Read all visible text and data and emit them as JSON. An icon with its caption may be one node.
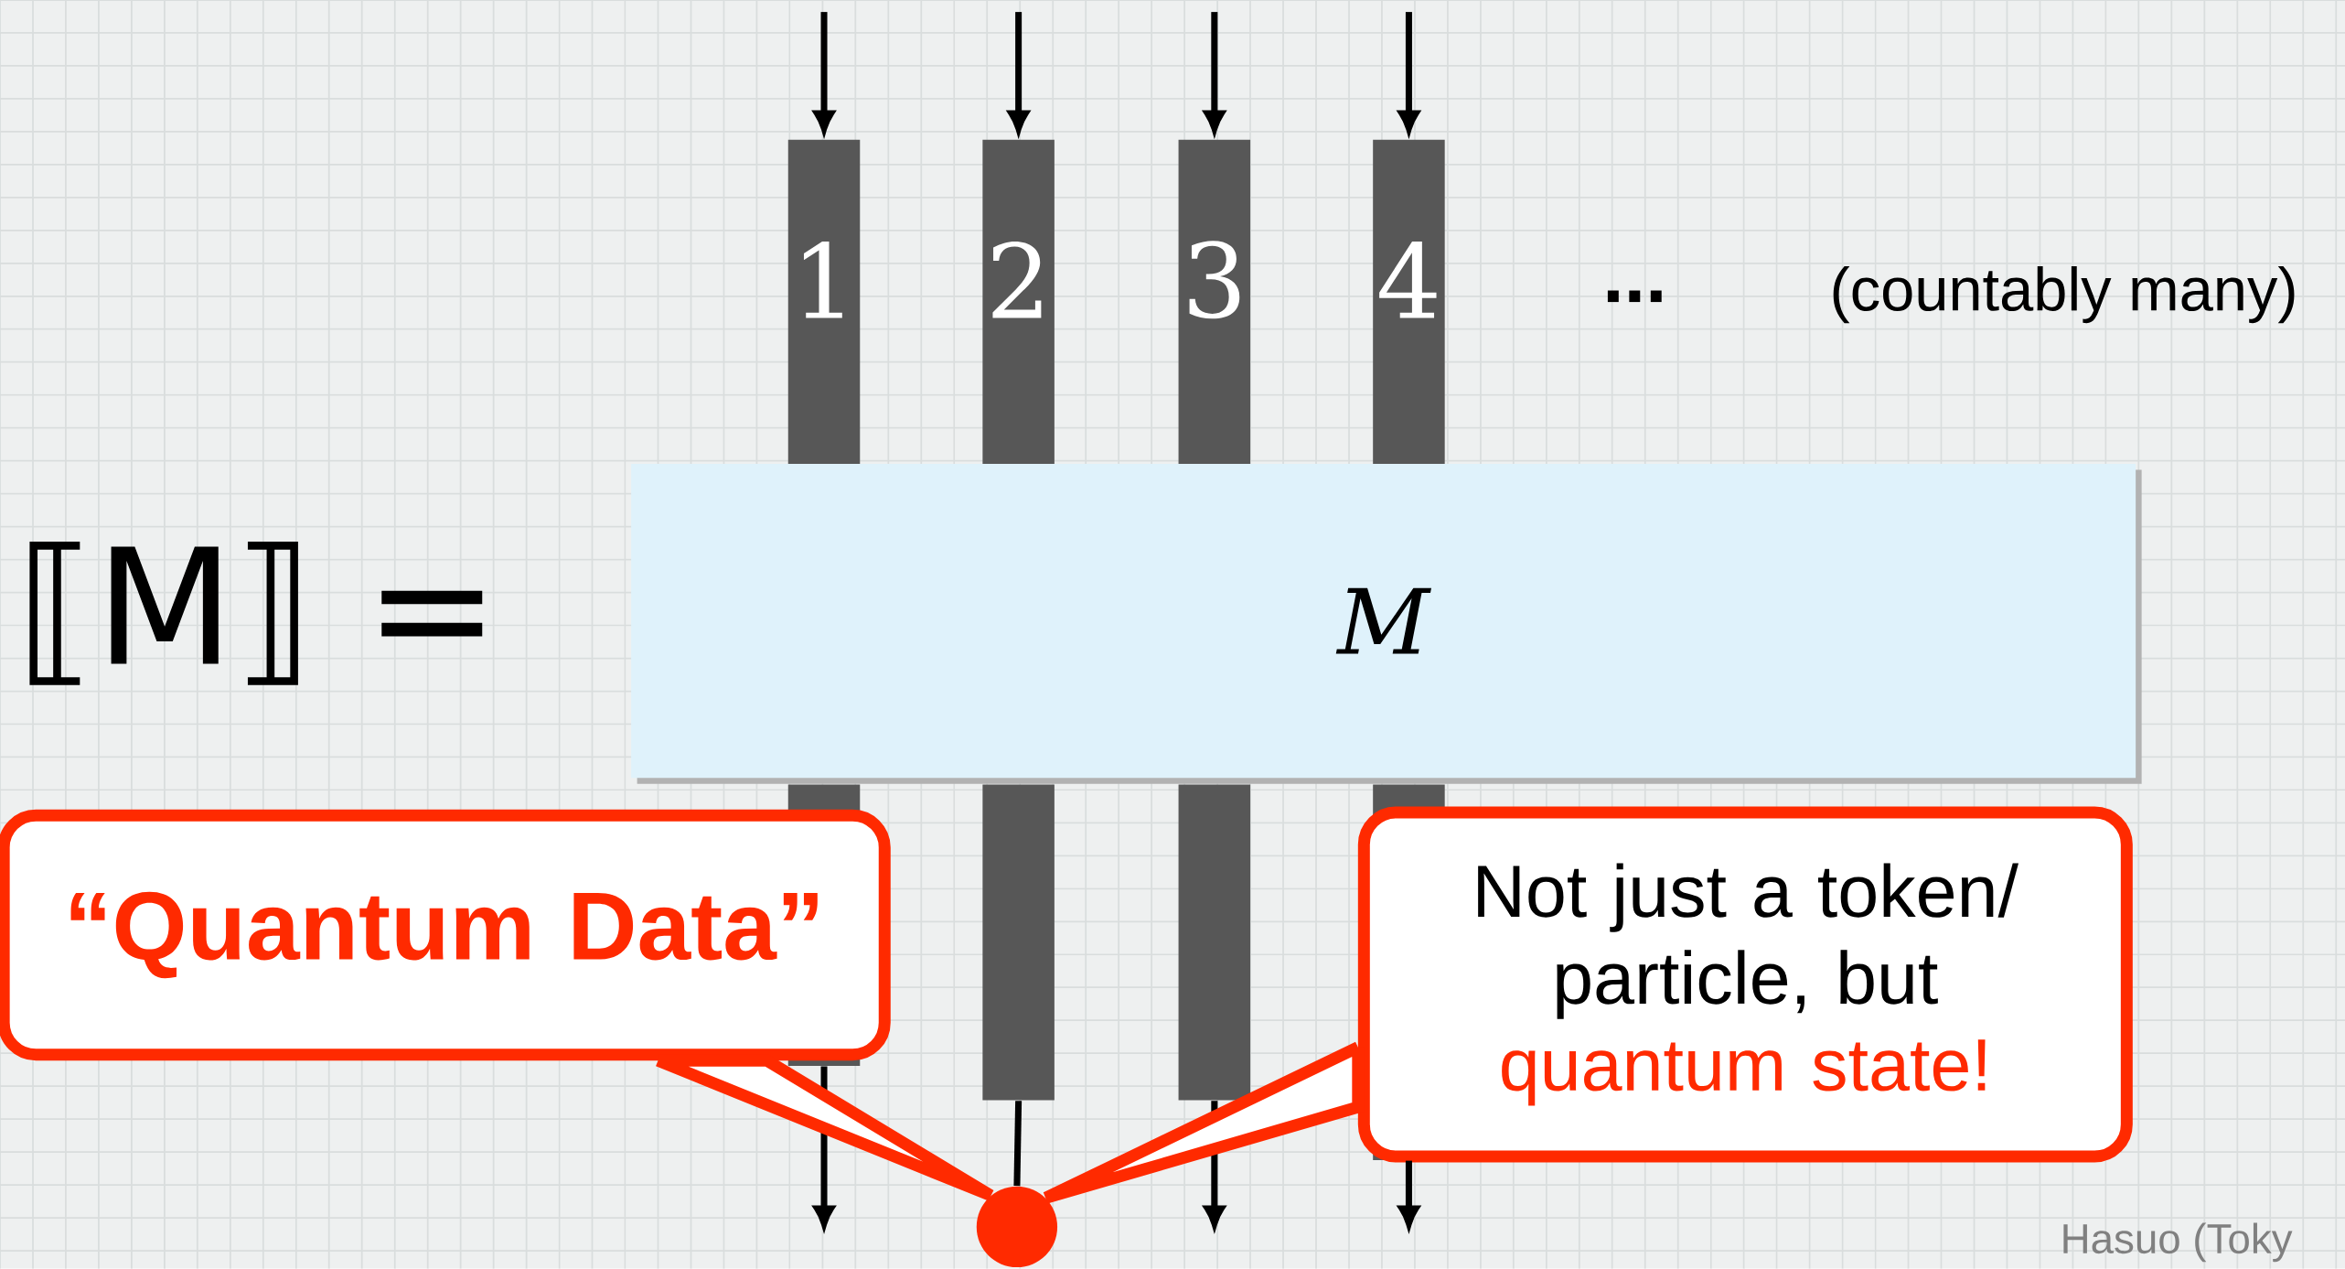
{
  "diagram": {
    "nodes": [
      {
        "text": [
          "1"
        ]
      },
      {
        "text": [
          "2"
        ]
      },
      {
        "text": [
          "3"
        ]
      },
      {
        "text": [
          "4"
        ]
      },
      {
        "text": [
          "M"
        ]
      },
      {
        "text": [
          "“Quantum Data”"
        ]
      },
      {
        "text": [
          "Not just a token/ particle, but",
          "quantum state!"
        ]
      },
      {
        "text": [],
        "shape": "circle"
      },
      {
        "text": [],
        "shape": "bar"
      },
      {
        "text": [],
        "shape": "bar"
      },
      {
        "text": [],
        "shape": "bar"
      },
      {
        "text": [],
        "shape": "bar"
      }
    ],
    "edges": [
      {
        "from": null,
        "to": 0,
        "arrow": "to"
      },
      {
        "from": null,
        "to": 1,
        "arrow": "to"
      },
      {
        "from": null,
        "to": 2,
        "arrow": "to"
      },
      {
        "from": null,
        "to": 3,
        "arrow": "to"
      },
      {
        "from": 8,
        "to": null,
        "arrow": "to"
      },
      {
        "from": 10,
        "to": null,
        "arrow": "to"
      },
      {
        "from": 11,
        "to": null,
        "arrow": "to"
      },
      {
        "from": 9,
        "to": 7,
        "arrow": "none"
      },
      {
        "from": 5,
        "to": 7,
        "arrow": "none",
        "style": "thick",
        "color": "#ff2a00"
      },
      {
        "from": 6,
        "to": 7,
        "arrow": "none",
        "style": "thick",
        "color": "#ff2a00"
      }
    ],
    "labels": [
      "⟦M⟧ =",
      "...",
      "(countably many)",
      "Hasuo (Toky"
    ]
  }
}
